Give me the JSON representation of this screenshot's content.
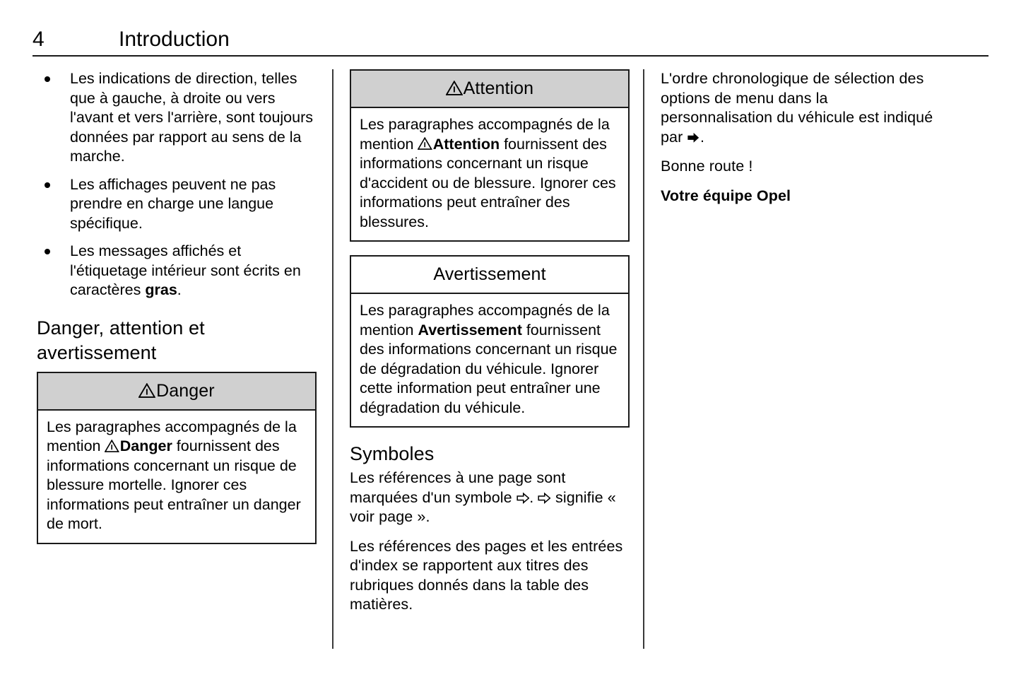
{
  "page": {
    "folio": "4",
    "chapter": "Introduction"
  },
  "column1": {
    "bullets": [
      "Les indications de direction, telles que à gauche, à droite ou vers l'avant et vers l'arrière, sont toujours données par rapport au sens de la marche.",
      "Les affichages peuvent ne pas prendre en charge une langue spécifique.",
      "Les messages affichés et l'étiquetage intérieur sont écrits en caractères "
    ],
    "bullet3_bold_word": "gras",
    "bullet3_tail": ".",
    "section_heading": "Danger, attention et avertissement",
    "danger_box": {
      "title": "Danger",
      "icon": "warning-triangle-icon",
      "shaded": true,
      "body_before": "Les paragraphes accompagnés de la mention ",
      "body_label": "Danger",
      "body_after": " fournissent des informations concernant un risque de blessure mortelle. Ignorer ces informations peut entraîner un danger de mort."
    }
  },
  "column2": {
    "attention_box": {
      "title": "Attention",
      "icon": "warning-triangle-icon",
      "shaded": true,
      "body_before": "Les paragraphes accompagnés de la mention ",
      "body_label": "Attention",
      "body_after": " fournissent des informations concernant un risque d'accident ou de blessure. Ignorer ces informations peut entraîner des blessures."
    },
    "avertissement_box": {
      "title": "Avertissement",
      "shaded": false,
      "body_before": "Les paragraphes accompagnés de la mention ",
      "body_label": "Avertissement",
      "body_after": " fournissent des informations concernant un risque de dégradation du véhicule. Ignorer cette information peut entraîner une dégradation du véhicule."
    },
    "symboles_heading": "Symboles",
    "symboles_p1_a": "Les références à une page sont marquées d'un symbole ",
    "symboles_p1_b": ". ",
    "symboles_p1_c": " signifie « voir page ».",
    "symboles_p2": "Les références des pages et les entrées d'index se rapportent aux titres des rubriques donnés dans la table des matières."
  },
  "column3": {
    "p1_a": "L'ordre chronologique de sélection des options de menu dans la personnalisation du véhicule est indiqué par ",
    "p1_b": ".",
    "p2": "Bonne route !",
    "p3": "Votre équipe Opel"
  },
  "colors": {
    "text": "#000000",
    "rule": "#1a1a1a",
    "box_border": "#1a1a1a",
    "header_shade": "#d0d0d0",
    "page_background": "#ffffff"
  }
}
